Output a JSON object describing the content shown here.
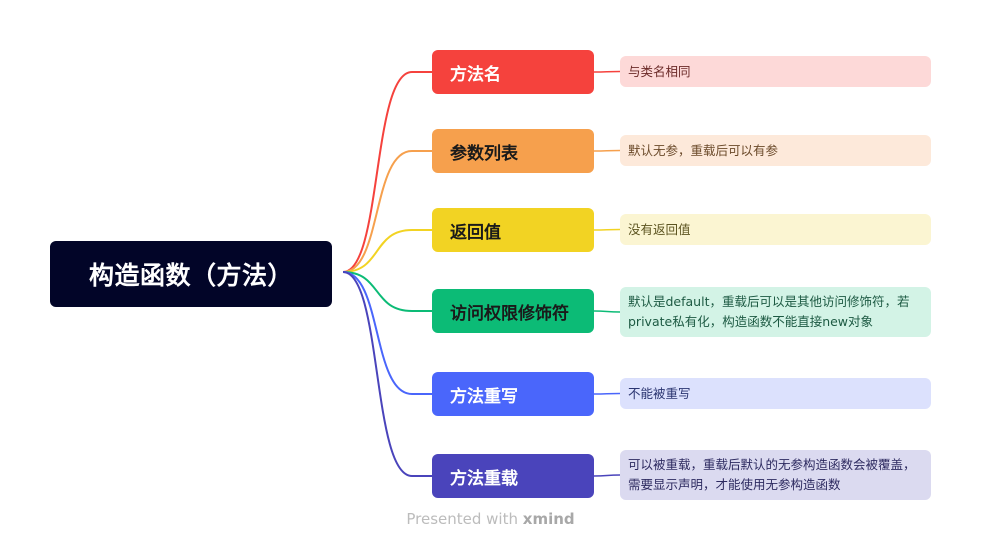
{
  "root": {
    "label": "构造函数（方法）"
  },
  "branches": [
    {
      "label": "方法名",
      "color": "#f5423d",
      "text_color": "#ffffff",
      "note": "与类名相同",
      "note_bg": "#fdd9d8",
      "note_color": "#6b2a28"
    },
    {
      "label": "参数列表",
      "color": "#f6a04d",
      "text_color": "#1a1a1a",
      "note": "默认无参，重载后可以有参",
      "note_bg": "#fde9da",
      "note_color": "#6b4a2a"
    },
    {
      "label": "返回值",
      "color": "#f2d323",
      "text_color": "#1a1a1a",
      "note": "没有返回值",
      "note_bg": "#fbf5d2",
      "note_color": "#5c5420"
    },
    {
      "label": "访问权限修饰符",
      "color": "#0cbb76",
      "text_color": "#1a1a1a",
      "note": "默认是default，重载后可以是其他访问修饰符，若private私有化，构造函数不能直接new对象",
      "note_bg": "#d3f3e6",
      "note_color": "#1d5a43"
    },
    {
      "label": "方法重写",
      "color": "#4a66fb",
      "text_color": "#ffffff",
      "note": "不能被重写",
      "note_bg": "#dce1fd",
      "note_color": "#2a3470"
    },
    {
      "label": "方法重载",
      "color": "#4a44bb",
      "text_color": "#ffffff",
      "note": "可以被重载，重载后默认的无参构造函数会被覆盖，需要显示声明，才能使用无参构造函数",
      "note_bg": "#dbdaf0",
      "note_color": "#2d2a60"
    }
  ],
  "watermark": {
    "prefix": "Presented with",
    "brand": "xmind"
  }
}
